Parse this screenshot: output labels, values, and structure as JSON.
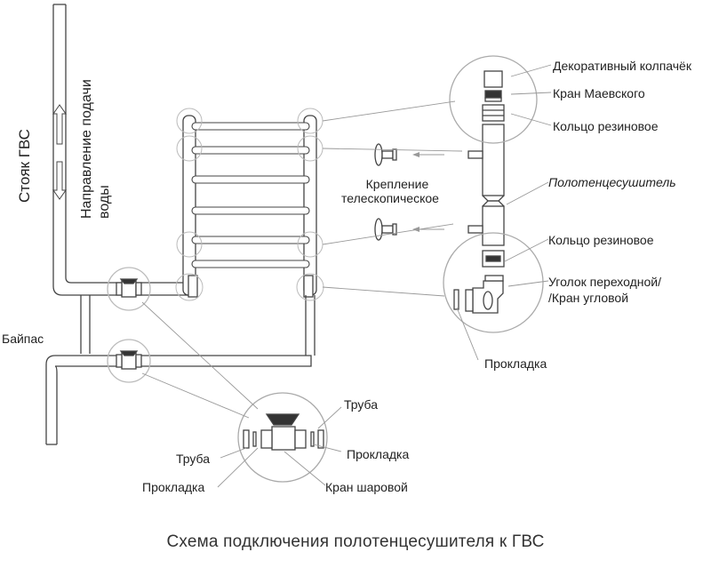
{
  "labels": {
    "riser": "Стояк ГВС",
    "flow_direction_line1": "Направление подачи",
    "flow_direction_line2": "воды",
    "bypass": "Байпас",
    "telescopic_line1": "Крепление",
    "telescopic_line2": "телескопическое",
    "decorative_cap": "Декоративный колпачёк",
    "mayevsky_valve": "Кран Маевского",
    "rubber_ring_top": "Кольцо резиновое",
    "towel_dryer": "Полотенцесушитель",
    "rubber_ring_bottom": "Кольцо резиновое",
    "elbow_line1": "Уголок переходной/",
    "elbow_line2": "/Кран угловой",
    "gasket_right": "Прокладка",
    "pipe_top": "Труба",
    "gasket_valve": "Прокладка",
    "pipe_left": "Труба",
    "gasket_left": "Прокладка",
    "ball_valve": "Кран шаровой"
  },
  "caption": "Схема подключения полотенцесушителя к ГВС",
  "colors": {
    "line": "#444444",
    "leader": "#888888",
    "fill": "#ffffff",
    "dark": "#333333"
  }
}
